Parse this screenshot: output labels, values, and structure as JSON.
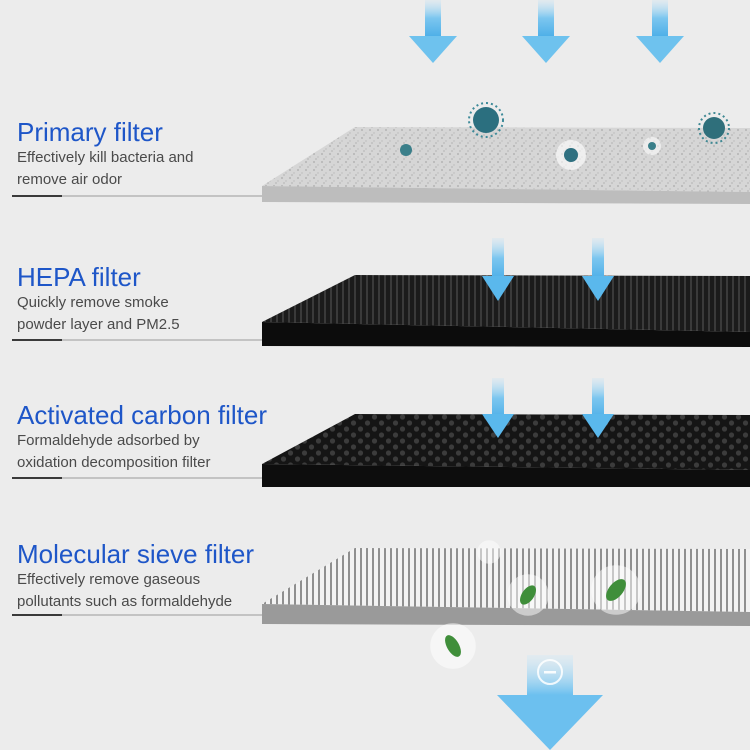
{
  "filters": [
    {
      "name": "Primary filter",
      "description_lines": [
        "Effectively kill bacteria and",
        "remove air odor"
      ]
    },
    {
      "name": "HEPA filter",
      "description_lines": [
        "Quickly remove smoke",
        "powder layer and PM2.5"
      ]
    },
    {
      "name": "Activated carbon filter",
      "description_lines": [
        "Formaldehyde adsorbed by",
        "oxidation decomposition filter"
      ]
    },
    {
      "name": "Molecular sieve filter",
      "description_lines": [
        "Effectively remove gaseous",
        "pollutants such as formaldehyde"
      ]
    }
  ],
  "colors": {
    "title_blue": "#1e56c8",
    "arrow_blue": "#74c3ee",
    "background": "#ececec"
  },
  "icons": [
    "down-arrow-icon",
    "bacteria-icon",
    "leaf-bubble-icon",
    "negative-ion-icon"
  ]
}
